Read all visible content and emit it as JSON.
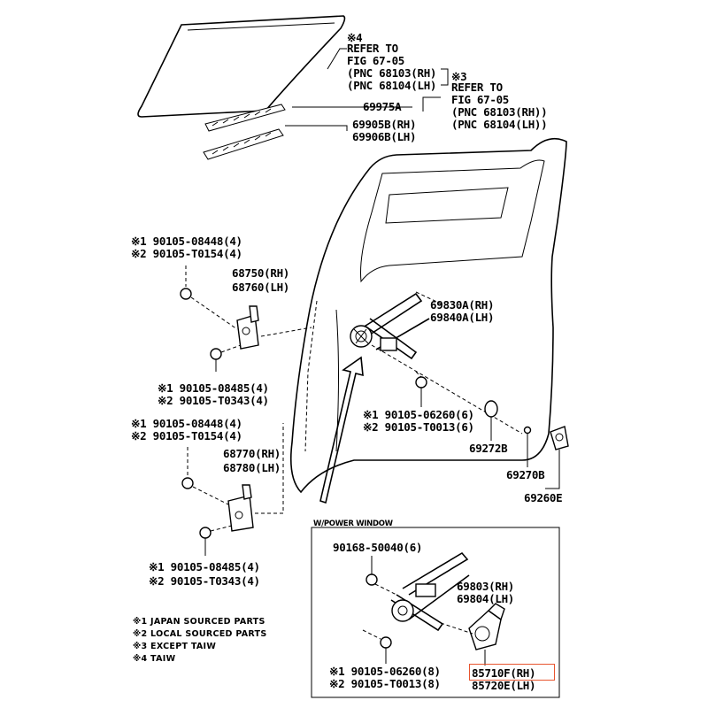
{
  "notes_top": {
    "ref1_mark": "※4",
    "ref1_line1": "REFER TO",
    "ref1_line2": "FIG 67-05",
    "ref1_line3": "(PNC 68103(RH)",
    "ref1_line4": "(PNC 68104(LH)",
    "ref2_mark": "※3",
    "ref2_line1": "REFER TO",
    "ref2_line2": "FIG 67-05",
    "ref2_line3": "(PNC 68103(RH))",
    "ref2_line4": "(PNC 68104(LH))"
  },
  "parts": {
    "p69975a": "69975A",
    "p69905b": "69905B(RH)",
    "p69906b": "69906B(LH)",
    "bolt_upper_a": "※1 90105-08448(4)",
    "bolt_upper_b": "※2 90105-T0154(4)",
    "hinge_upper_rh": "68750(RH)",
    "hinge_upper_lh": "68760(LH)",
    "regulator_rh": "69830A(RH)",
    "regulator_lh": "69840A(LH)",
    "bolt_mid_a": "※1 90105-08485(4)",
    "bolt_mid_b": "※2 90105-T0343(4)",
    "bolt_reg_a": "※1 90105-06260(6)",
    "bolt_reg_b": "※2 90105-T0013(6)",
    "p69272b": "69272B",
    "p69270b": "69270B",
    "p69260e": "69260E",
    "bolt_low_a": "※1 90105-08448(4)",
    "bolt_low_b": "※2 90105-T0154(4)",
    "hinge_lower_rh": "68770(RH)",
    "hinge_lower_lh": "68780(LH)",
    "bolt_bot_a": "※1 90105-08485(4)",
    "bolt_bot_b": "※2 90105-T0343(4)"
  },
  "power_window": {
    "title": "W/POWER WINDOW",
    "nut": "90168-50040(6)",
    "reg_rh": "69803(RH)",
    "reg_lh": "69804(LH)",
    "bolt_a": "※1 90105-06260(8)",
    "bolt_b": "※2 90105-T0013(8)",
    "motor_rh": "85710F(RH)",
    "motor_lh": "85720E(LH)"
  },
  "legend": [
    "※1 JAPAN SOURCED PARTS",
    "※2 LOCAL SOURCED PARTS",
    "※3 EXCEPT TAIW",
    "※4 TAIW"
  ],
  "highlight_color": "#e8552f"
}
